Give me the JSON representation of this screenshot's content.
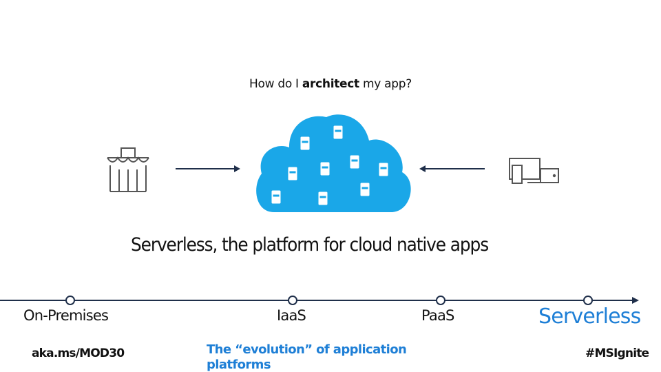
{
  "slide": {
    "question_prefix": "How do I ",
    "question_emphasis": "architect",
    "question_suffix": " my app?",
    "headline": "Serverless, the platform for cloud native apps",
    "stages": [
      "On-Premises",
      "IaaS",
      "PaaS",
      "Serverless"
    ],
    "highlight_stage": "Serverless",
    "footer_left": "aka.ms/MOD30",
    "footer_center": "The “evolution” of application platforms",
    "footer_right": "#MSIgnite"
  },
  "colors": {
    "cloud": "#1aa7e8",
    "accent": "#1e7fd6",
    "arrow": "#1f2f4a",
    "text": "#111111"
  },
  "icons": [
    "store-icon",
    "cloud-icon",
    "server-icon",
    "devices-icon",
    "arrow-right-icon",
    "arrow-left-icon"
  ]
}
